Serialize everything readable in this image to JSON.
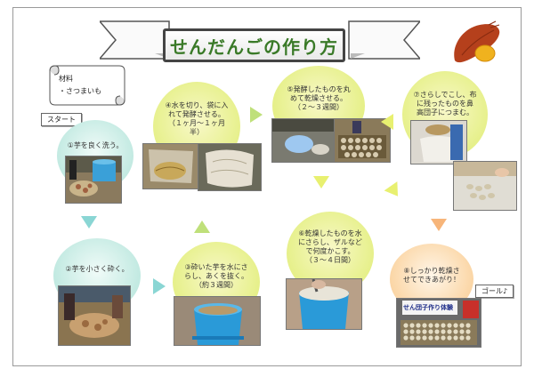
{
  "title": "せんだんごの作り方",
  "materials": {
    "heading": "材料",
    "item": "・さつまいも"
  },
  "callouts": {
    "start": "スタート",
    "goal": "ゴール♪"
  },
  "steps": [
    {
      "id": 1,
      "text": "①芋を良く洗う。"
    },
    {
      "id": 2,
      "text": "②芋を小さく砕く。"
    },
    {
      "id": 3,
      "text": "③砕いた芋を水にさらし、あくを抜く。（約３週間）"
    },
    {
      "id": 4,
      "text": "④水を切り、袋に入れて発酵させる。（１ヶ月〜１ヶ月半）"
    },
    {
      "id": 5,
      "text": "⑤発酵したものを丸めて乾燥させる。（２〜３週間）"
    },
    {
      "id": 6,
      "text": "⑥乾燥したものを水にさらし、ザルなどで何度かこす。（３〜４日間）"
    },
    {
      "id": 7,
      "text": "⑦さらしでこし、布に残ったものを鼻高団子につまむ。"
    },
    {
      "id": 8,
      "text": "⑧しっかり乾燥させてできあがり！"
    }
  ],
  "sign": "せん団子作り体験",
  "colors": {
    "title_green": "#3a7a28",
    "arrow_cyan": "#8ad6d4",
    "arrow_green": "#bfe07a",
    "arrow_yellow": "#e8f070",
    "arrow_orange": "#f7b57a"
  }
}
